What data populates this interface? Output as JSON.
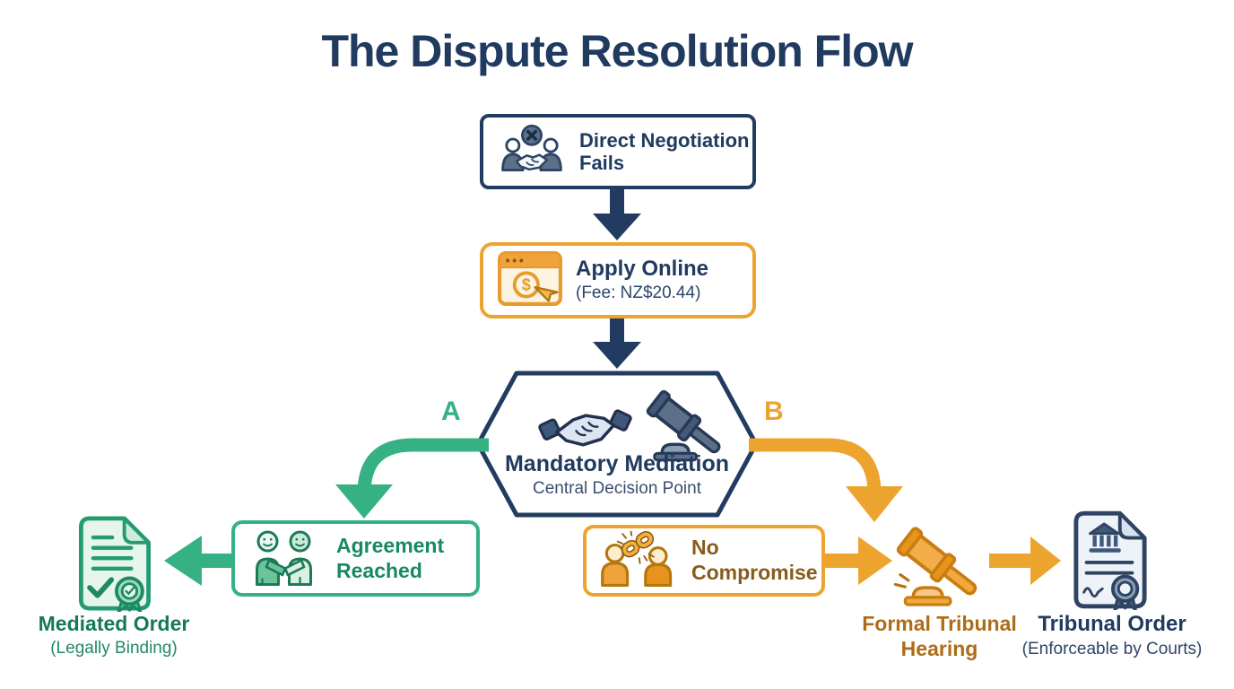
{
  "title": "The Dispute Resolution Flow",
  "colors": {
    "navy": "#223C61",
    "navy_text": "#203A60",
    "orange": "#ECA42F",
    "green": "#35B183",
    "green_text": "#178A62",
    "green_dark_text": "#157A55",
    "brown_text": "#8A5A1C",
    "amber_text": "#AD6C17",
    "background": "#FFFFFF"
  },
  "icons": {
    "dollar_glyph": "$"
  },
  "flow": {
    "step1": {
      "icon": "failed-negotiation-icon",
      "label_line1": "Direct Negotiation",
      "label_line2": "Fails"
    },
    "step2": {
      "icon": "online-application-icon",
      "title": "Apply Online",
      "subtitle": "(Fee: NZ$20.44)"
    },
    "decision": {
      "icons": [
        "handshake-icon",
        "gavel-icon"
      ],
      "title": "Mandatory Mediation",
      "subtitle": "Central Decision Point"
    },
    "branch_a": {
      "label": "A",
      "box_line1": "Agreement",
      "box_line2": "Reached",
      "box_icon": "people-agreement-icon",
      "outcome_icon": "certified-document-icon",
      "outcome_title": "Mediated Order",
      "outcome_subtitle": "(Legally Binding)"
    },
    "branch_b": {
      "label": "B",
      "box_line1": "No",
      "box_line2": "Compromise",
      "box_icon": "broken-chain-icon",
      "hearing_icon": "tribunal-gavel-icon",
      "hearing_line1": "Formal Tribunal",
      "hearing_line2": "Hearing",
      "outcome_icon": "court-document-icon",
      "outcome_title": "Tribunal Order",
      "outcome_subtitle": "(Enforceable by Courts)"
    }
  }
}
